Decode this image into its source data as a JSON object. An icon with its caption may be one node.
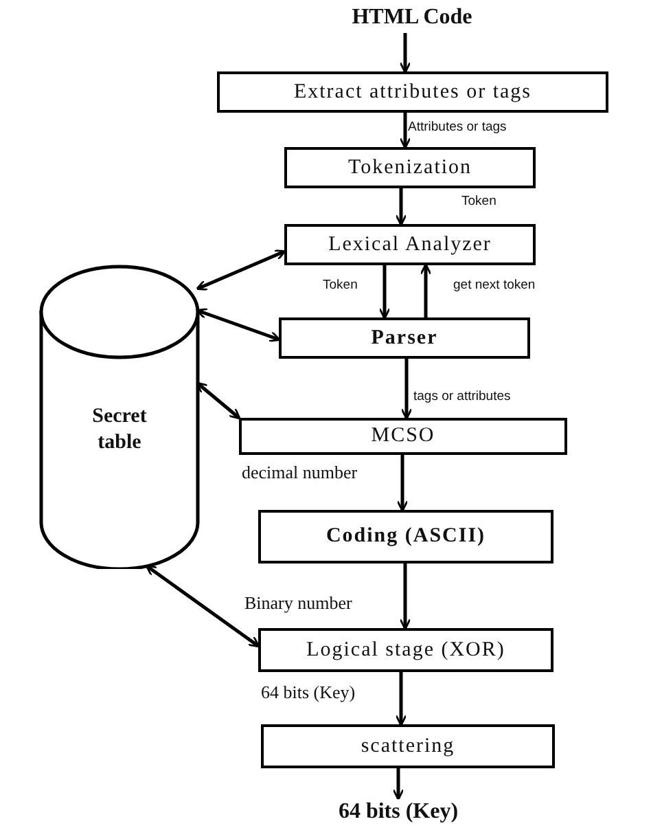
{
  "diagram": {
    "nodes": [
      {
        "text": [
          "HTML Code"
        ]
      },
      {
        "text": [
          "Extract attributes or tags"
        ]
      },
      {
        "text": [
          "Tokenization"
        ]
      },
      {
        "text": [
          "Lexical Analyzer"
        ]
      },
      {
        "text": [
          "Parser"
        ]
      },
      {
        "text": [
          "Secret table"
        ]
      },
      {
        "text": [
          "MCSO"
        ]
      },
      {
        "text": [
          "Coding (ASCII)"
        ]
      },
      {
        "text": [
          "Logical stage (XOR)"
        ]
      },
      {
        "text": [
          "scattering"
        ]
      },
      {
        "text": [
          "64 bits (Key)"
        ]
      }
    ],
    "edges": [
      {
        "from": 0,
        "to": 1,
        "arrow": "to"
      },
      {
        "from": 1,
        "to": 2,
        "arrow": "to",
        "label": "Attributes or tags"
      },
      {
        "from": 2,
        "to": 3,
        "arrow": "to",
        "label": "Token"
      },
      {
        "from": 3,
        "to": 4,
        "arrow": "to",
        "label": "Token"
      },
      {
        "from": 4,
        "to": 3,
        "arrow": "to",
        "label": "get next token"
      },
      {
        "from": 4,
        "to": 6,
        "arrow": "to",
        "label": "tags or attributes"
      },
      {
        "from": 6,
        "to": 7,
        "arrow": "to",
        "label": "decimal number"
      },
      {
        "from": 7,
        "to": 8,
        "arrow": "to",
        "label": "Binary number"
      },
      {
        "from": 8,
        "to": 9,
        "arrow": "to",
        "label": "64 bits (Key)"
      },
      {
        "from": 9,
        "to": 10,
        "arrow": "to"
      },
      {
        "from": 5,
        "to": 3,
        "arrow": "both"
      },
      {
        "from": 5,
        "to": 4,
        "arrow": "both"
      },
      {
        "from": 5,
        "to": 6,
        "arrow": "both"
      },
      {
        "from": 5,
        "to": 8,
        "arrow": "both"
      }
    ]
  }
}
